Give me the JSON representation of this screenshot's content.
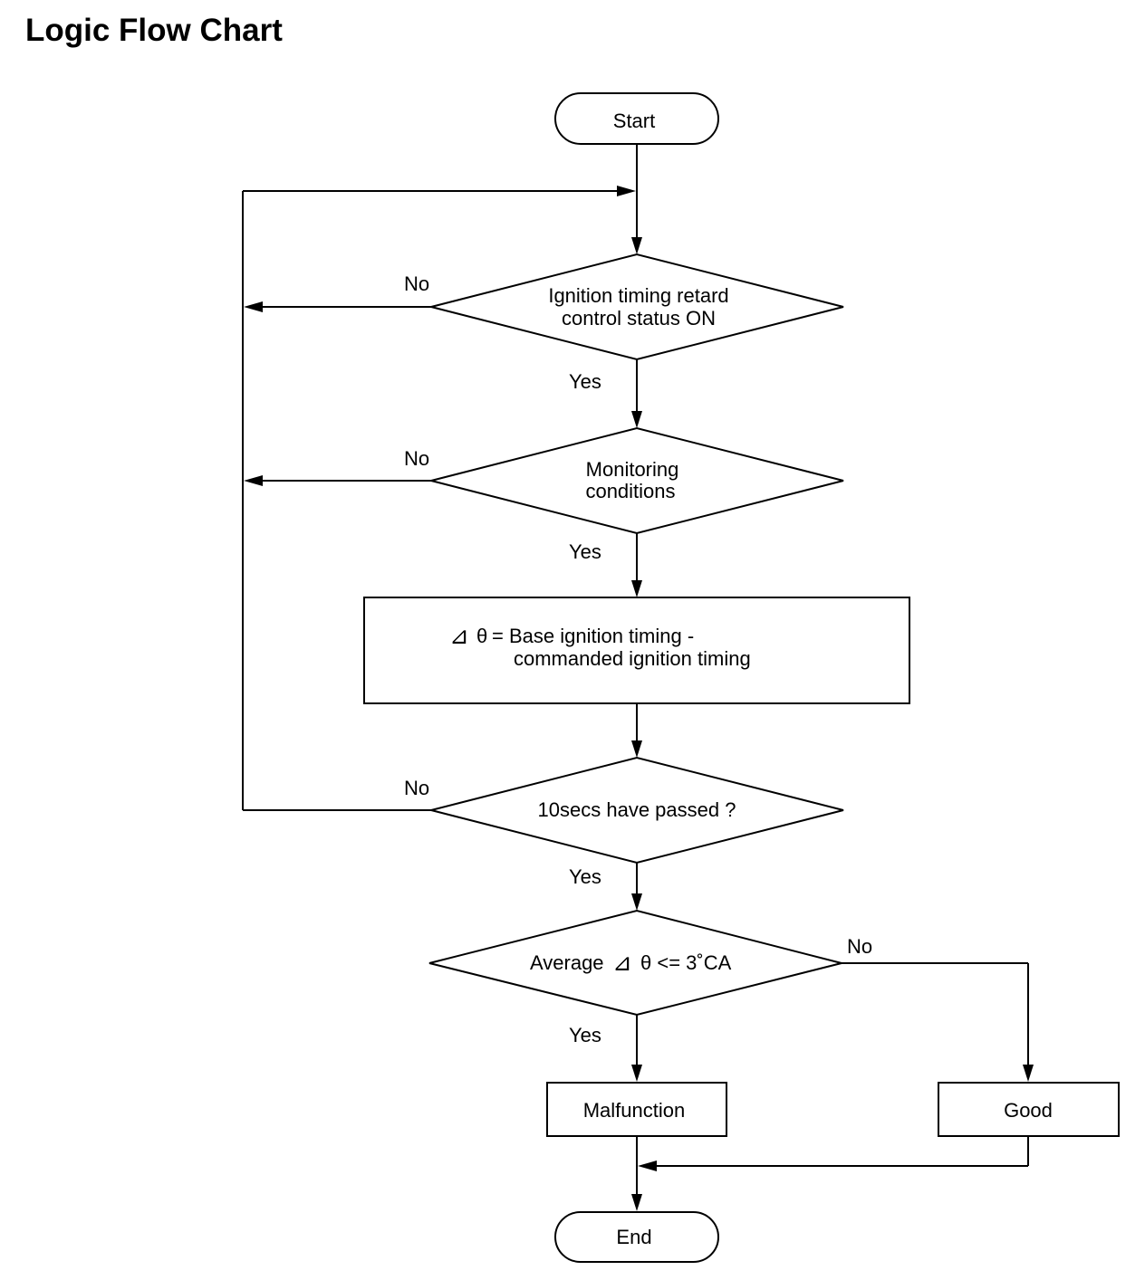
{
  "title": "Logic Flow Chart",
  "nodes": {
    "start": "Start",
    "decision_retard": {
      "line1": "Ignition timing retard",
      "line2": "control status ON"
    },
    "decision_monitoring": {
      "line1": "Monitoring",
      "line2": "conditions"
    },
    "process_delta": {
      "symbol": "⊿",
      "theta": "θ",
      "line1": "= Base ignition timing -",
      "line2": "commanded ignition timing"
    },
    "decision_10secs": "10secs have passed ?",
    "decision_average": {
      "prefix": "Average",
      "symbol": "⊿",
      "suffix": "θ <= 3˚CA"
    },
    "malfunction": "Malfunction",
    "good": "Good",
    "end": "End"
  },
  "edge_labels": {
    "no": "No",
    "yes": "Yes"
  }
}
